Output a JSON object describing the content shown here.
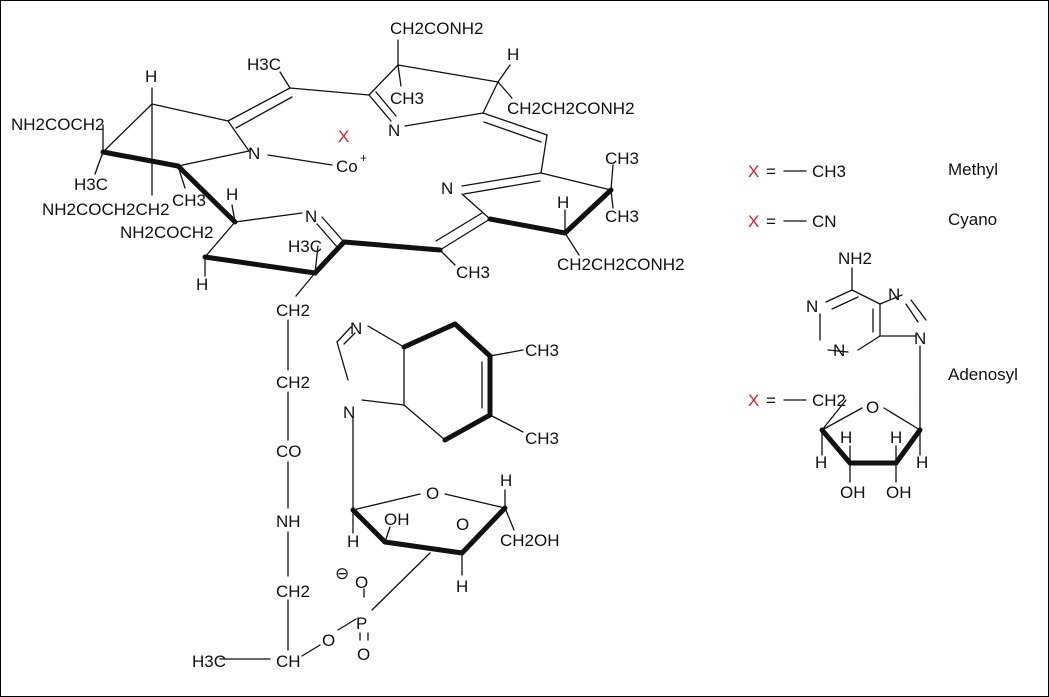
{
  "colors": {
    "x_marker": "#d6262b",
    "ink": "#111111"
  },
  "legend": {
    "methyl": {
      "x": "X",
      "eq": "=",
      "group": "CH3",
      "name": "Methyl"
    },
    "cyano": {
      "x": "X",
      "eq": "=",
      "group": "CN",
      "name": "Cyano"
    },
    "adenosyl": {
      "x": "X",
      "eq": "=",
      "group": "CH2",
      "name": "Adenosyl"
    }
  },
  "core": {
    "cobalt": "Co",
    "cobalt_charge": "+",
    "x_ligand": "X",
    "nitrogen": "N",
    "hydrogen": "H",
    "ch3": "CH3",
    "h3c": "H3C",
    "ch2conh2": "CH2CONH2",
    "ch2ch2conh2": "CH2CH2CONH2",
    "nh2coch2": "NH2COCH2",
    "nh2coch2ch2": "NH2COCH2CH2"
  },
  "chain": {
    "ch2": "CH2",
    "co": "CO",
    "nh": "NH",
    "ch": "CH",
    "h3c": "H3C",
    "o": "O",
    "p": "P",
    "o_minus": "⊖"
  },
  "nucleotide": {
    "n": "N",
    "o": "O",
    "oh": "OH",
    "h": "H",
    "ch3": "CH3",
    "ch2oh": "CH2OH"
  },
  "adenine": {
    "nh2": "NH2",
    "n": "N",
    "o": "O",
    "h": "H",
    "oh": "OH"
  }
}
